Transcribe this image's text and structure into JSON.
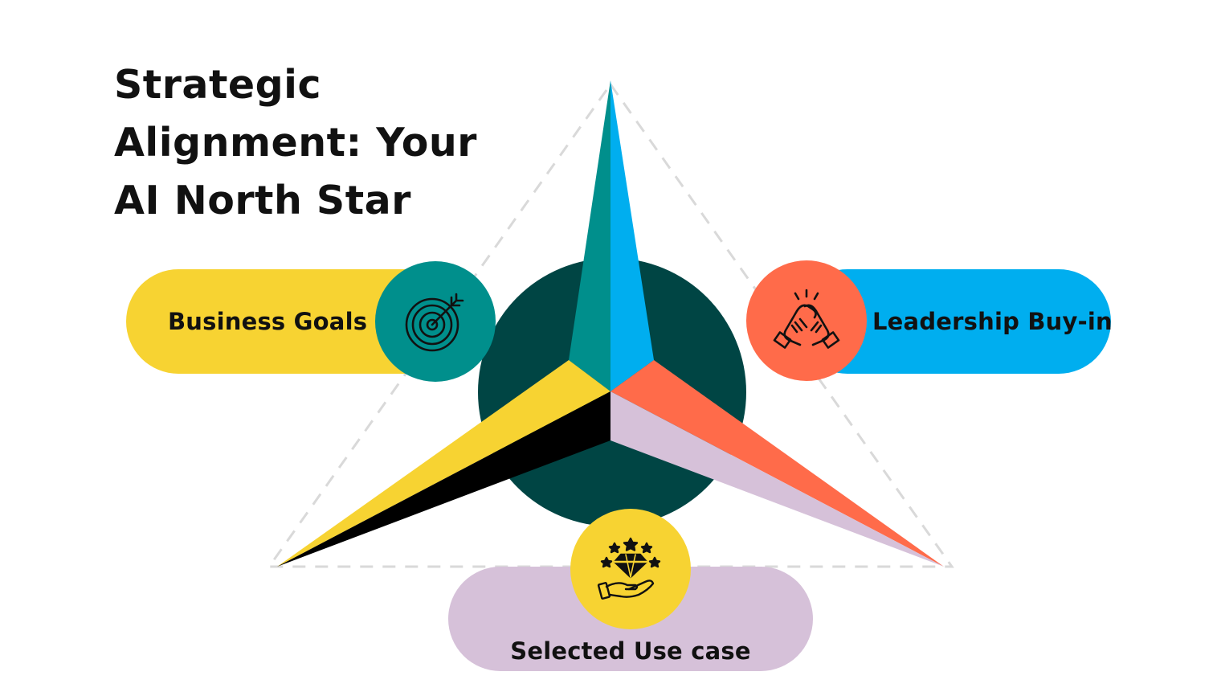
{
  "title": {
    "lines": [
      "Strategic",
      "Alignment: Your",
      "AI North Star"
    ]
  },
  "pillars": {
    "business_goals": {
      "label": "Business Goals",
      "icon": "target-icon"
    },
    "leadership": {
      "label": "Leadership Buy-in",
      "icon": "handshake-icon"
    },
    "use_case": {
      "label": "Selected Use case",
      "icon": "diamond-hand-icon"
    }
  },
  "colors": {
    "yellow": "#F7D332",
    "teal": "#008F8C",
    "blue": "#00AEEF",
    "coral": "#FF6B4A",
    "lavender": "#D6C1D9",
    "dark_teal": "#004544",
    "black": "#000000",
    "dash_gray": "#D9D9D9"
  }
}
